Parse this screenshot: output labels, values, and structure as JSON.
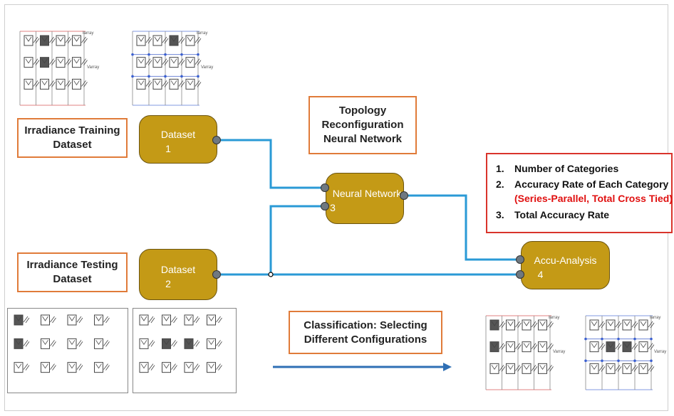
{
  "title_box": {
    "lines": [
      "Topology",
      "Reconfiguration",
      "Neural Network"
    ]
  },
  "training_box": {
    "lines": [
      "Irradiance Training",
      "Dataset"
    ]
  },
  "testing_box": {
    "lines": [
      "Irradiance Testing",
      "Dataset"
    ]
  },
  "classification_box": {
    "lines": [
      "Classification: Selecting",
      "Different Configurations"
    ]
  },
  "nodes": {
    "dataset1": {
      "name": "Dataset",
      "num": "1"
    },
    "dataset2": {
      "name": "Dataset",
      "num": "2"
    },
    "neural": {
      "name": "Neural Network",
      "num": "3"
    },
    "accu": {
      "name": "Accu-Analysis",
      "num": "4"
    }
  },
  "results": {
    "items": [
      {
        "num": "1.",
        "text": "Number of Categories"
      },
      {
        "num": "2.",
        "text": "Accuracy Rate of Each Category"
      },
      {
        "num": "",
        "text": "(Series-Parallel, Total Cross Tied)"
      },
      {
        "num": "3.",
        "text": "Total Accuracy Rate"
      }
    ]
  },
  "panel_labels": {
    "current": "Iarray",
    "voltage": "Varray"
  },
  "colors": {
    "node_fill": "#c49a16",
    "wire": "#2a9ad6",
    "label_border": "#e07b39",
    "results_border": "#d9342b",
    "results_highlight": "#e01010",
    "arrow": "#2f6fb5"
  }
}
